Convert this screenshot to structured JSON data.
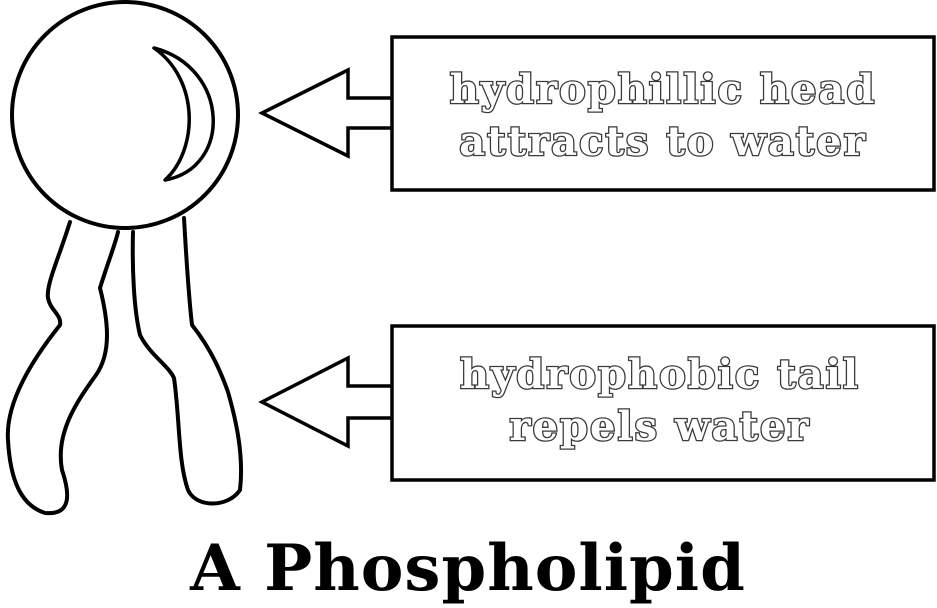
{
  "title": "A Phospholipid",
  "head_label": {
    "line1": "hydrophillic head",
    "line2": "attracts to water"
  },
  "tail_label": {
    "line1": "hydrophobic tail",
    "line2": "repels water"
  },
  "colors": {
    "stroke": "#000000",
    "background": "#ffffff",
    "label_text": "#3a3a3a"
  }
}
